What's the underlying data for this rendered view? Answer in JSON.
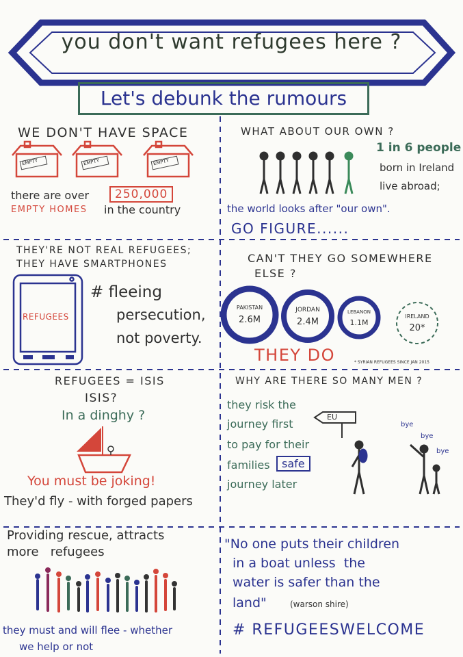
{
  "title": "you don't want refugees here ?",
  "subtitle": "Let's debunk the rumours",
  "panels": {
    "space": {
      "heading": "WE DON'T HAVE SPACE",
      "house_label": "EMPTY",
      "text_prefix": "there are over",
      "highlight": "250,000",
      "text_red": "EMPTY HOMES",
      "text_suffix": "in the country"
    },
    "our_own": {
      "heading": "WHAT ABOUT OUR OWN ?",
      "stat_line1": "1 in 6 people",
      "stat_line2": "born in Ireland",
      "stat_line3": "live abroad;",
      "world": "the world looks after \"our own\".",
      "go_figure": "GO FIGURE......"
    },
    "smartphones": {
      "heading_line1": "THEY'RE NOT REAL REFUGEES;",
      "heading_line2": "THEY HAVE SMARTPHONES",
      "phone_label": "REFUGEES",
      "text_line1": "# fleeing",
      "text_line2": "persecution,",
      "text_line3": "not poverty."
    },
    "elsewhere": {
      "heading_line1": "CAN'T THEY GO SOMEWHERE",
      "heading_line2": "ELSE ?",
      "countries": [
        {
          "name": "PAKISTAN",
          "value": "2.6M"
        },
        {
          "name": "JORDAN",
          "value": "2.4M"
        },
        {
          "name": "LEBANON",
          "value": "1.1M"
        },
        {
          "name": "IRELAND",
          "value": "20*"
        }
      ],
      "they_do": "THEY DO",
      "footnote": "* SYRIAN REFUGEES SINCE JAN 2015"
    },
    "isis": {
      "heading": "REFUGEES = ISIS",
      "question1": "ISIS?",
      "question2": "In a dinghy ?",
      "joking": "You must be joking!",
      "fly": "They'd fly - with forged papers"
    },
    "men": {
      "heading": "WHY ARE THERE SO MANY MEN ?",
      "line1": "they risk the",
      "line2": "journey first",
      "line3": "to pay for their",
      "line4": "families",
      "safe": "safe",
      "line5": "journey later",
      "sign": "EU",
      "bye1": "bye",
      "bye2": "bye",
      "bye3": "bye"
    },
    "rescue": {
      "heading_line1": "Providing rescue, attracts",
      "heading_line2": "more   refugees",
      "text_line1": "they must and will flee - whether",
      "text_line2": "we help or not"
    },
    "quote": {
      "line1": "\"No one puts their children",
      "line2": "in a boat unless  the",
      "line3": "water is safer than the",
      "line4": "land\"",
      "author": "(warson shire)",
      "hashtag": "# REFUGEESWELCOME"
    }
  },
  "colors": {
    "navy": "#2b3390",
    "green": "#3b6b58",
    "red": "#d4463a",
    "dark": "#303030"
  }
}
